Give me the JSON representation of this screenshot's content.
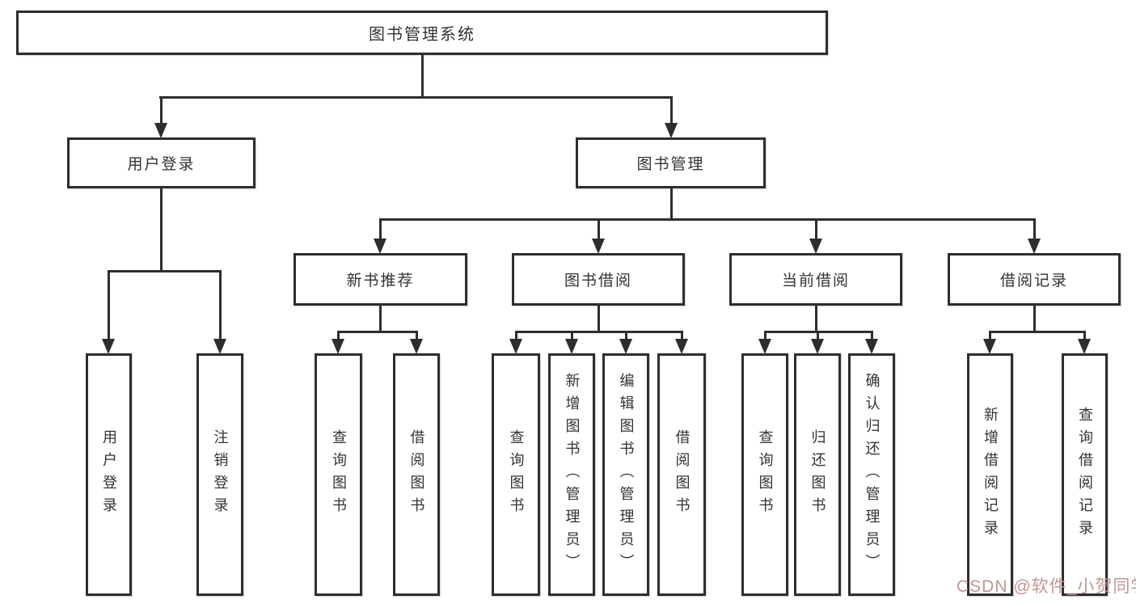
{
  "tree": {
    "root": "图书管理系统",
    "user_login": "用户登录",
    "book_mgmt": "图书管理",
    "l3": [
      "新书推荐",
      "图书借阅",
      "当前借阅",
      "借阅记录"
    ],
    "leaves_user": [
      "用户登录",
      "注销登录"
    ],
    "leaves_newbook": [
      "查询图书",
      "借阅图书"
    ],
    "leaves_borrow": [
      "查询图书",
      "新增图书（管理员）",
      "编辑图书（管理员）",
      "借阅图书"
    ],
    "leaves_current": [
      "查询图书",
      "归还图书",
      "确认归还（管理员）"
    ],
    "leaves_records": [
      "新增借阅记录",
      "查询借阅记录"
    ]
  },
  "watermark": "CSDN @软件_小贺同学",
  "colors": {
    "line": "#2e2e2e",
    "text": "#333333",
    "watermark": "#c39591",
    "bg": "#ffffff"
  }
}
